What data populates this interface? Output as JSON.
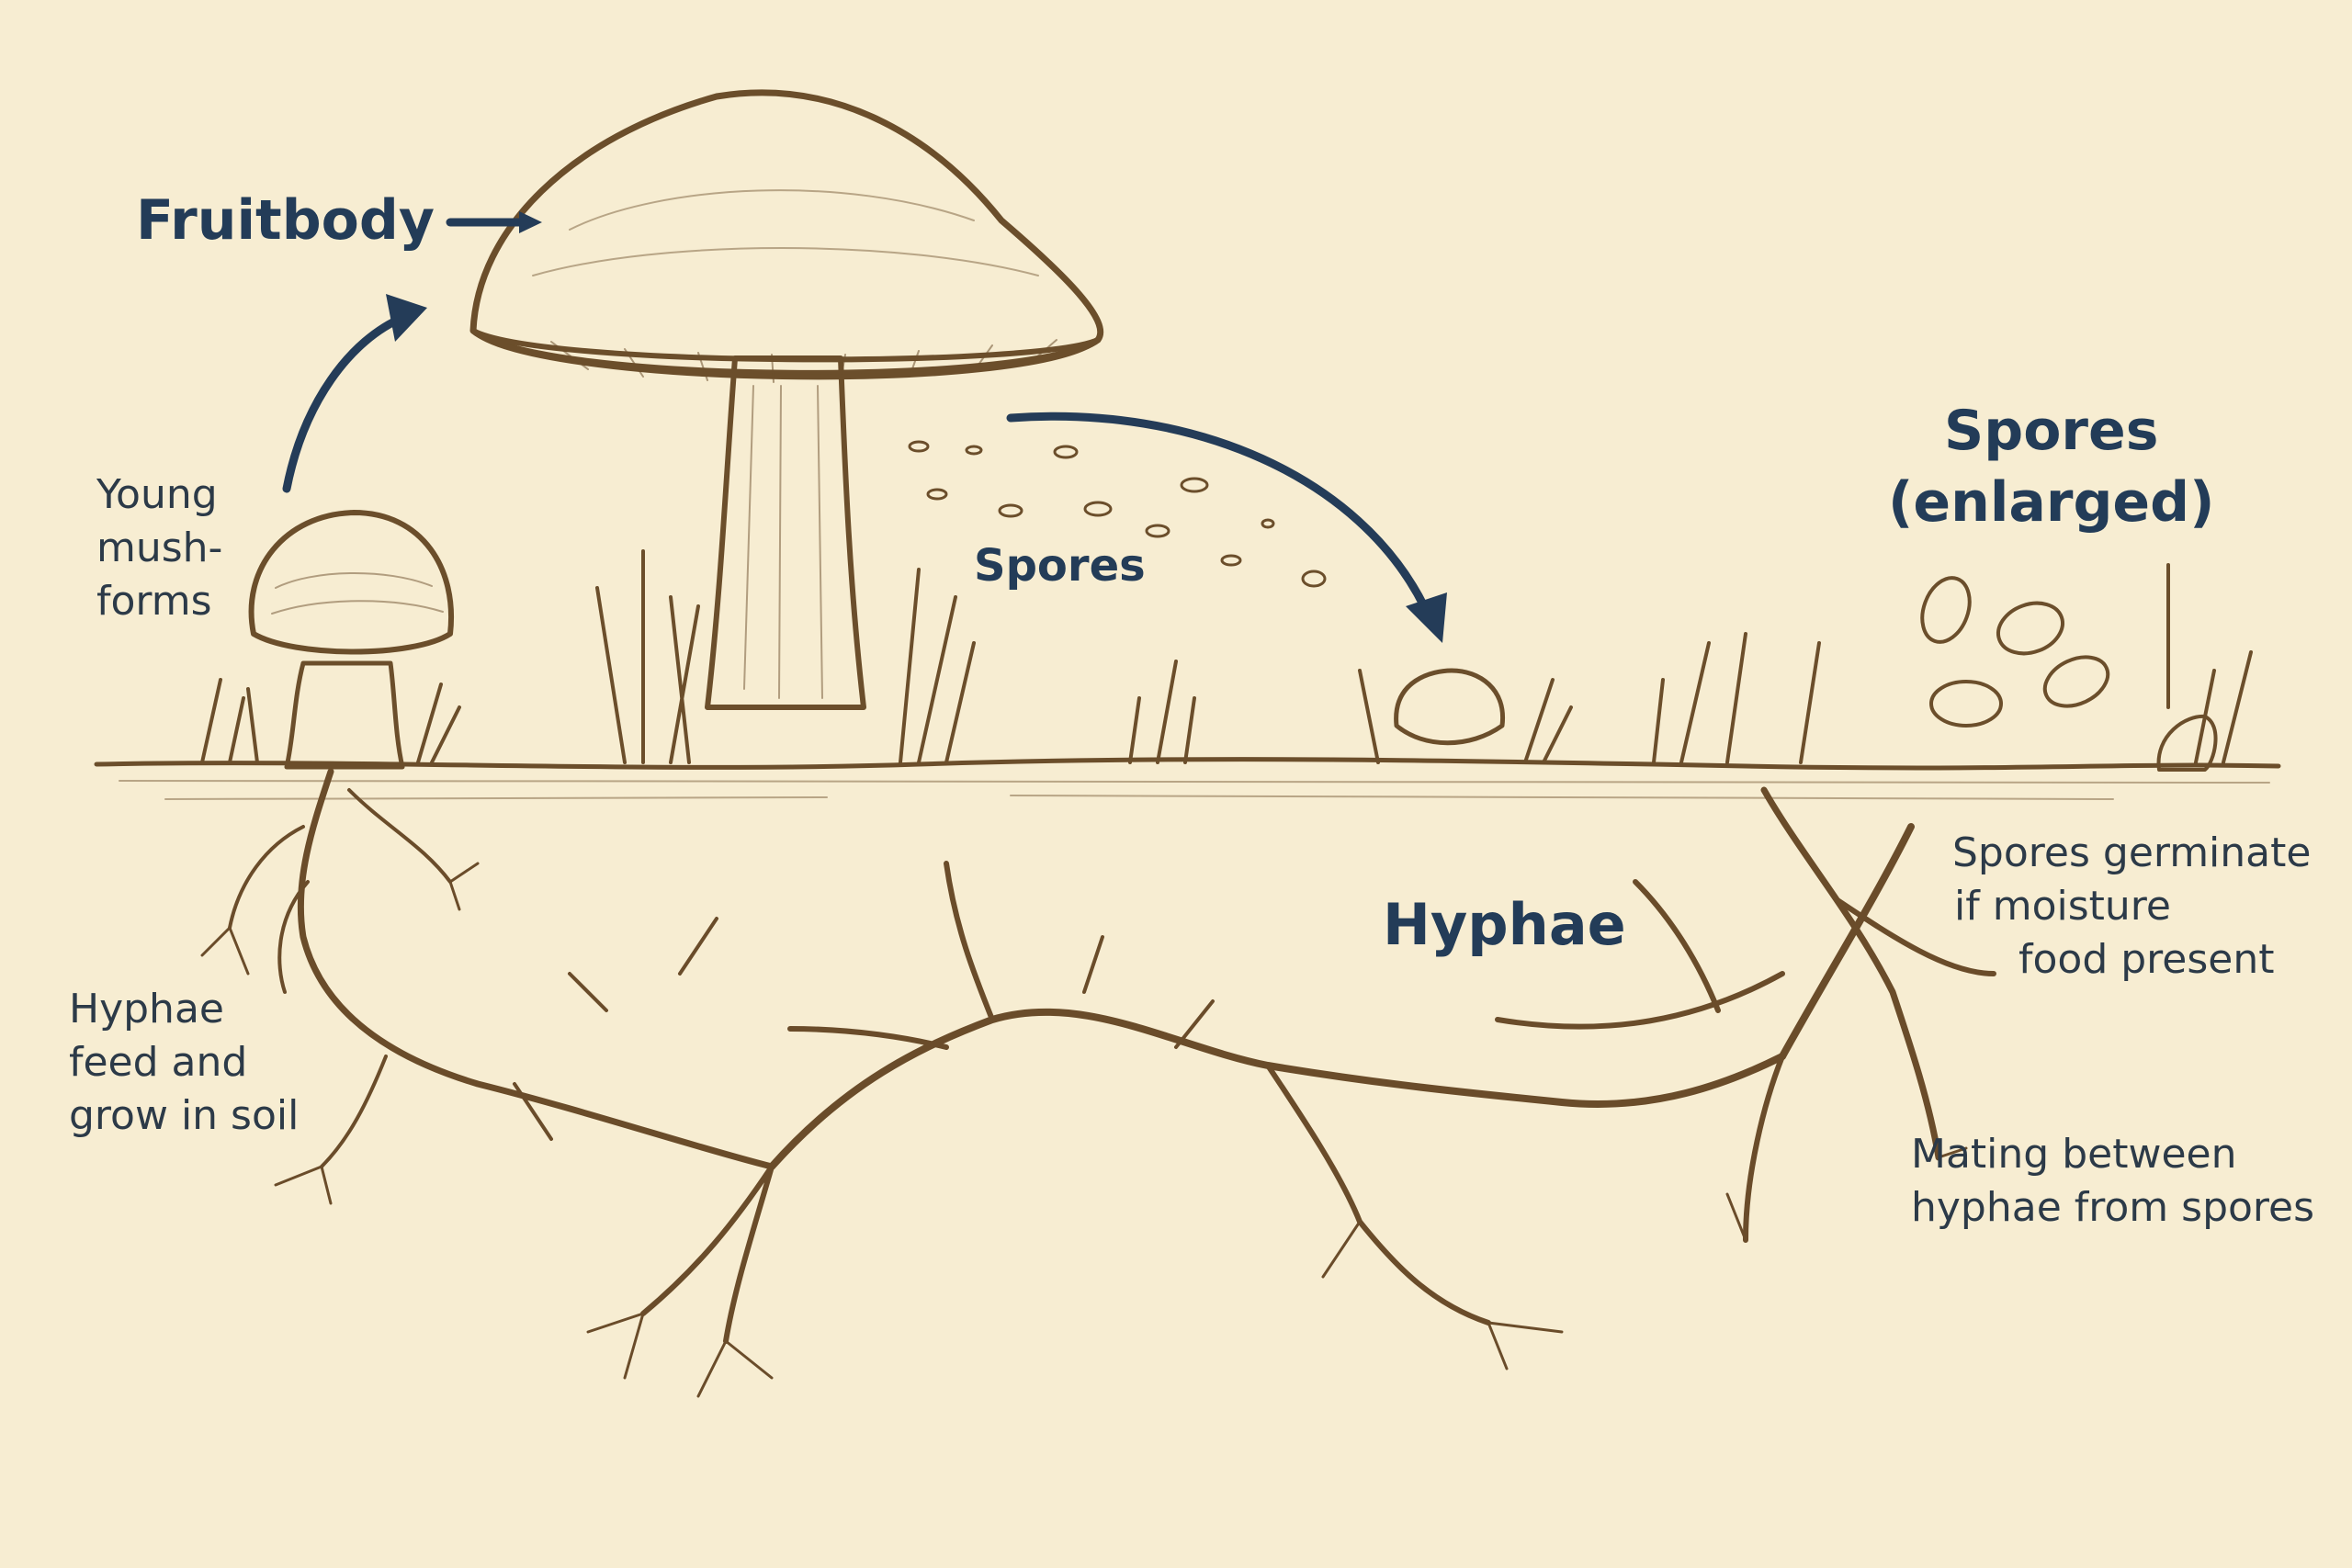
{
  "labels": {
    "fruitbody": "Fruitbody",
    "spores_falling": "Spores",
    "spores_enlarged": [
      "Spores",
      "(enlarged)"
    ],
    "hyphae": "Hyphae",
    "young": [
      "Young",
      "mush-",
      "forms"
    ],
    "hyphae_feed": [
      "Hyphae",
      "feed and",
      "grow in soil"
    ],
    "germinate": [
      "Spores germinate",
      "if moisture",
      "food present"
    ],
    "mating": [
      "Mating between",
      "hyphae from spores"
    ]
  },
  "colors": {
    "background": "#f7edd2",
    "ink": "#6b4e2b",
    "label": "#233c58",
    "mushroom_fill": "#eadcb8"
  }
}
